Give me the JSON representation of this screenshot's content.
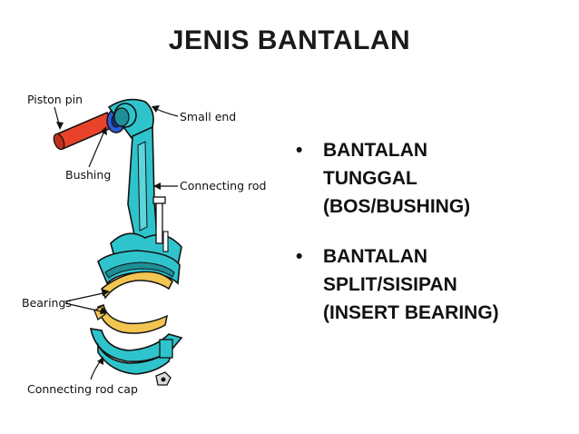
{
  "title": "JENIS BANTALAN",
  "bullets": [
    {
      "text": "BANTALAN\nTUNGGAL\n(BOS/BUSHING)"
    },
    {
      "text": "BANTALAN\nSPLIT/SISIPAN\n(INSERT BEARING)"
    }
  ],
  "labels": {
    "piston_pin": "Piston pin",
    "small_end": "Small end",
    "bushing": "Bushing",
    "connecting_rod": "Connecting rod",
    "bearings": "Bearings",
    "connecting_rod_cap": "Connecting rod cap"
  },
  "colors": {
    "rod": "#2fc4cc",
    "pin": "#e8432a",
    "bushing": "#2b5bd8",
    "bearing": "#f2c552",
    "outline": "#111111"
  }
}
